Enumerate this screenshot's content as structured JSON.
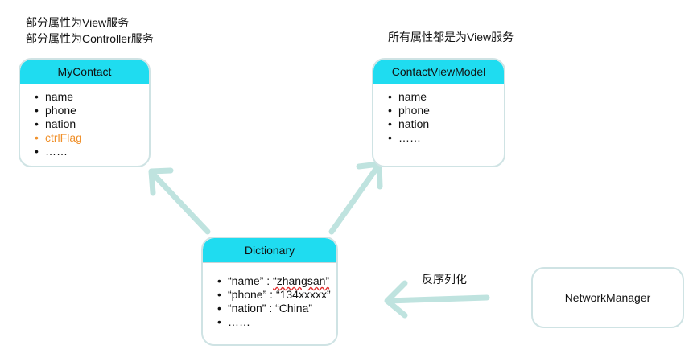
{
  "notes": {
    "mycontact_line1": "部分属性为View服务",
    "mycontact_line2": "部分属性为Controller服务",
    "viewmodel_note": "所有属性都是为View服务",
    "deserialize_label": "反序列化"
  },
  "mycontact": {
    "title": "MyContact",
    "items": [
      "name",
      "phone",
      "nation",
      "ctrlFlag",
      "……"
    ]
  },
  "viewmodel": {
    "title": "ContactViewModel",
    "items": [
      "name",
      "phone",
      "nation",
      "……"
    ]
  },
  "dictionary": {
    "title": "Dictionary",
    "entries": [
      {
        "key": "“name”",
        "sep": " : ",
        "value": "“zhangsan”"
      },
      {
        "key": "“phone”",
        "sep": " : ",
        "value": "“134xxxxx”"
      },
      {
        "key": "“nation”",
        "sep": " : ",
        "value": "“China”"
      },
      {
        "key": "……",
        "sep": "",
        "value": ""
      }
    ]
  },
  "network": {
    "title": "NetworkManager"
  },
  "colors": {
    "header": "#1fdcf0",
    "accent": "#f0902a",
    "arrow": "#bfe3df",
    "border": "#cfe3e4"
  }
}
